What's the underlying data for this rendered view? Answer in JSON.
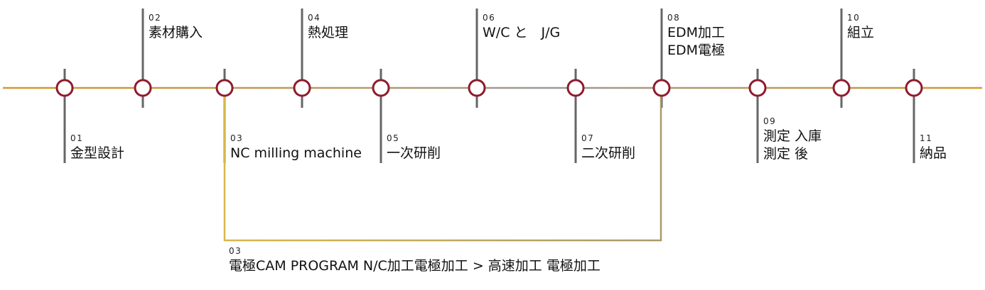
{
  "steps": [
    {
      "num": "01",
      "lines": [
        "金型設計"
      ]
    },
    {
      "num": "02",
      "lines": [
        "素材購入"
      ]
    },
    {
      "num": "03",
      "lines": [
        "NC milling machine"
      ]
    },
    {
      "num": "04",
      "lines": [
        "熱処理"
      ]
    },
    {
      "num": "05",
      "lines": [
        "一次研削"
      ]
    },
    {
      "num": "06",
      "lines": [
        "W/C と　J/G"
      ]
    },
    {
      "num": "07",
      "lines": [
        "二次研削"
      ]
    },
    {
      "num": "08",
      "lines": [
        "EDM加工",
        "EDM電極"
      ]
    },
    {
      "num": "09",
      "lines": [
        "測定 入庫",
        "測定 後"
      ]
    },
    {
      "num": "10",
      "lines": [
        "組立"
      ]
    },
    {
      "num": "11",
      "lines": [
        "納品"
      ]
    }
  ],
  "branch": {
    "num": "03",
    "text": "電極CAM PROGRAM N/C加工電極加工 > 高速加工 電極加工"
  },
  "colors": {
    "timeline_left": "#d49a2a",
    "timeline_mid": "#9a9a9a",
    "timeline_right": "#d49a2a",
    "stem": "#666666",
    "node_stroke": "#8e1c2e",
    "branch_left": "#d8b84a",
    "branch_right": "#a89a6a"
  }
}
